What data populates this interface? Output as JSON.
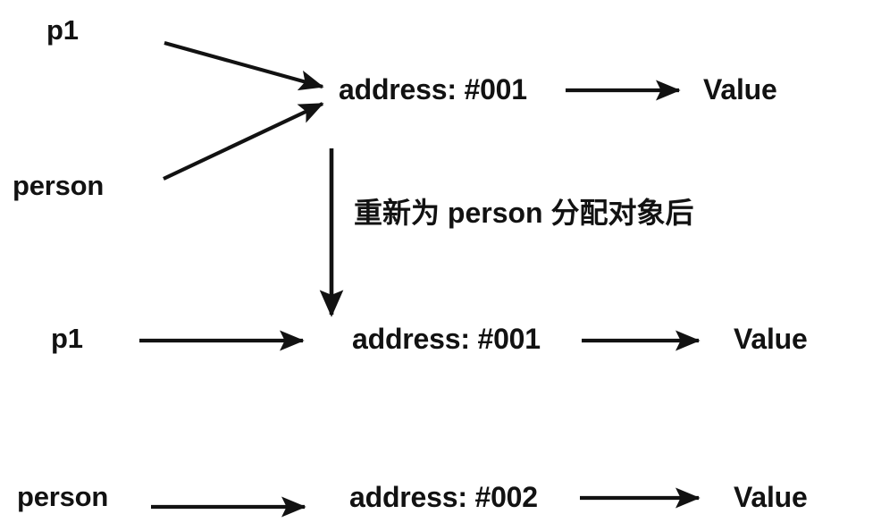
{
  "diagram": {
    "title": "重新为 person 分配对象后",
    "background_color": "#ffffff",
    "stroke_color": "#121212",
    "text_color": "#121212",
    "transition_caption": "重新为 person 分配对象后",
    "sections": [
      {
        "id": "before",
        "variables": [
          "p1",
          "person"
        ],
        "address": "address: #001",
        "target": "Value"
      },
      {
        "id": "after-p1",
        "variables": [
          "p1"
        ],
        "address": "address: #001",
        "target": "Value"
      },
      {
        "id": "after-person",
        "variables": [
          "person"
        ],
        "address": "address: #002",
        "target": "Value"
      }
    ],
    "labels": {
      "p1_top": "p1",
      "person_top": "person",
      "address_top": "address: #001",
      "value_top": "Value",
      "p1_middle": "p1",
      "address_middle": "address: #001",
      "value_middle": "Value",
      "person_bottom": "person",
      "address_bottom": "address: #002",
      "value_bottom": "Value"
    },
    "arrows": [
      {
        "name": "p1-to-address-001",
        "from": "p1",
        "to": "address: #001",
        "kind": "diagonal-down"
      },
      {
        "name": "person-to-address-001",
        "from": "person",
        "to": "address: #001",
        "kind": "diagonal-up"
      },
      {
        "name": "address-001-to-value",
        "from": "address: #001",
        "to": "Value",
        "kind": "horizontal"
      },
      {
        "name": "transition-flow",
        "from": "before",
        "to": "after",
        "kind": "vertical"
      },
      {
        "name": "p1-to-address-001-after",
        "from": "p1",
        "to": "address: #001",
        "kind": "horizontal"
      },
      {
        "name": "address-001-to-value-after",
        "from": "address: #001",
        "to": "Value",
        "kind": "horizontal"
      },
      {
        "name": "person-to-address-002",
        "from": "person",
        "to": "address: #002",
        "kind": "horizontal"
      },
      {
        "name": "address-002-to-value",
        "from": "address: #002",
        "to": "Value",
        "kind": "horizontal"
      }
    ]
  }
}
